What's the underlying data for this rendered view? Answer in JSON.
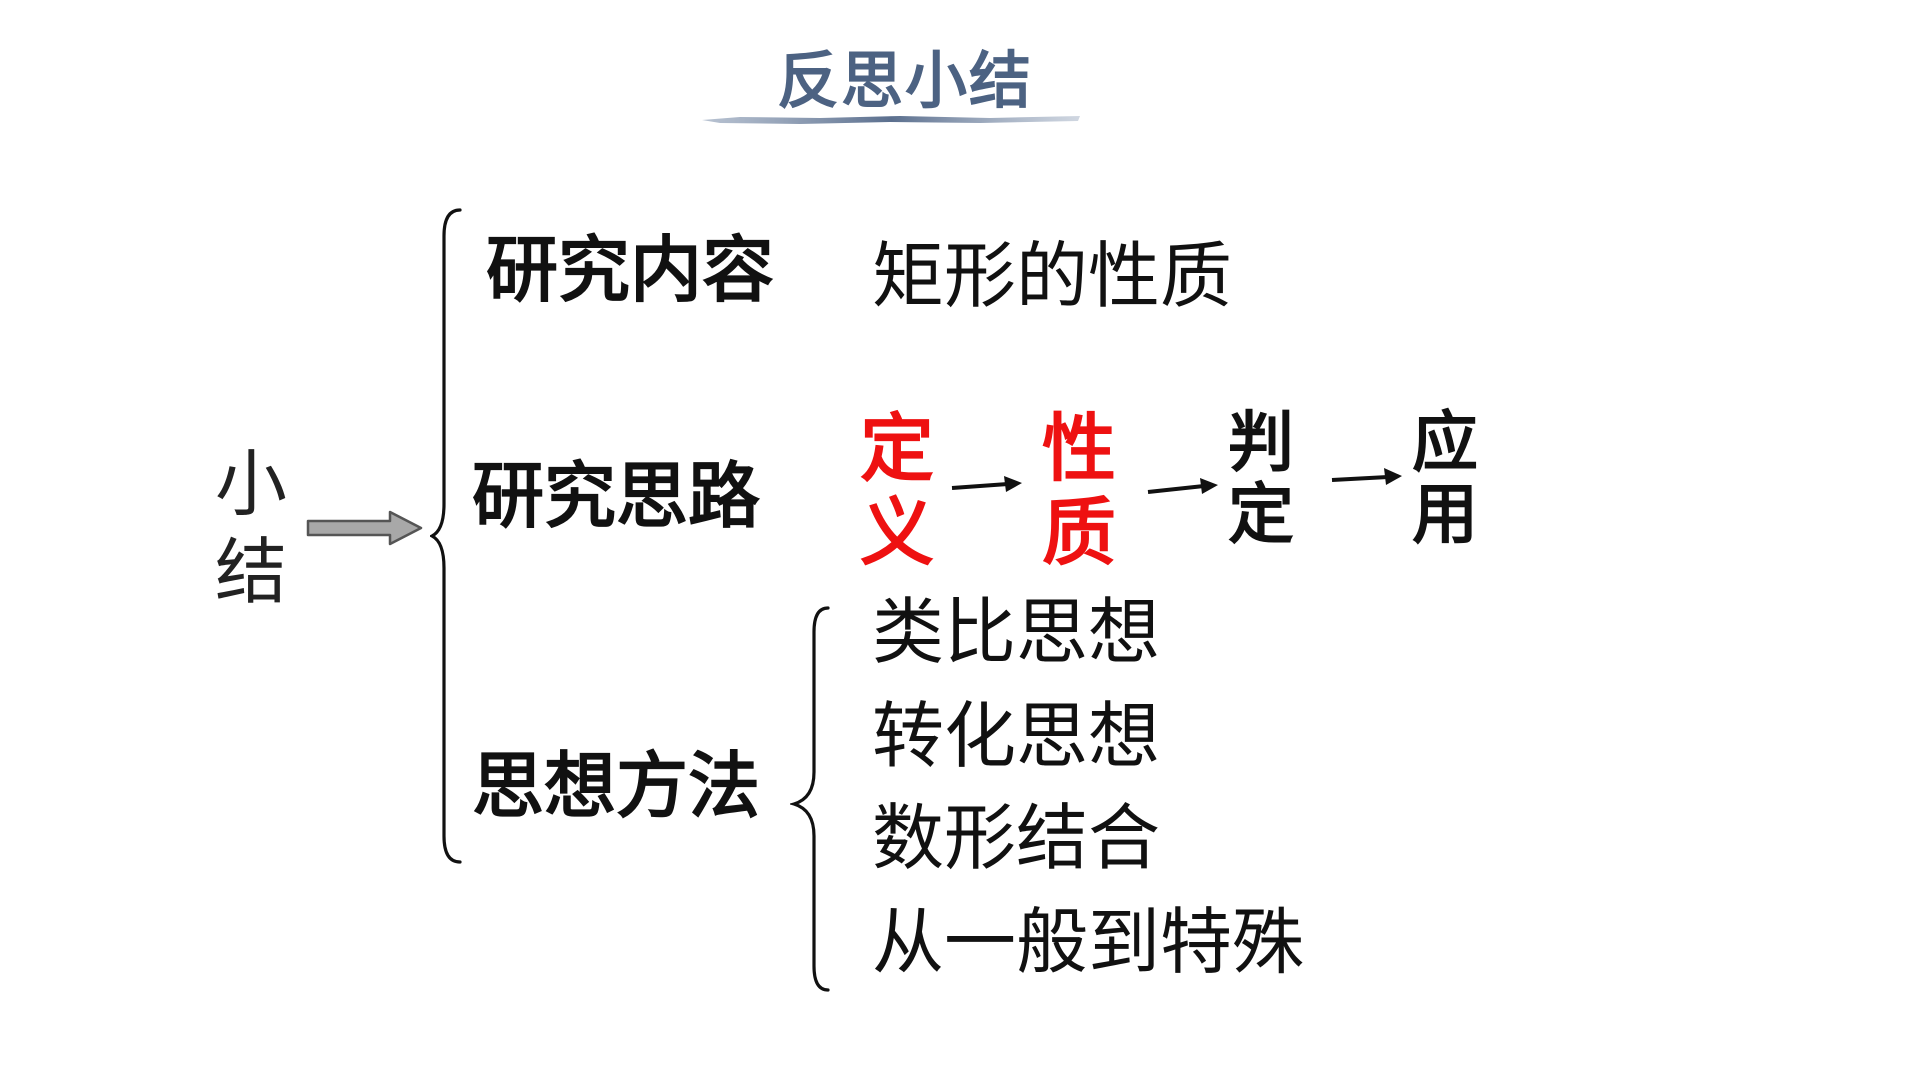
{
  "title": "反思小结",
  "summary_label": [
    "小",
    "结"
  ],
  "branches": [
    {
      "label": "研究内容"
    },
    {
      "label": "研究思路"
    },
    {
      "label": "思想方法"
    }
  ],
  "content": {
    "topic": "矩形的性质",
    "steps": [
      {
        "chars": [
          "定",
          "义"
        ],
        "color": "#ee1111"
      },
      {
        "chars": [
          "性",
          "质"
        ],
        "color": "#ee1111"
      },
      {
        "chars": [
          "判",
          "定"
        ],
        "color": "#111111"
      },
      {
        "chars": [
          "应",
          "用"
        ],
        "color": "#111111"
      }
    ],
    "methods": [
      "类比思想",
      "转化思想",
      "数形结合",
      "从一般到特殊"
    ]
  },
  "colors": {
    "title": "#4c6282",
    "highlight": "#ee1111",
    "text": "#111111"
  }
}
